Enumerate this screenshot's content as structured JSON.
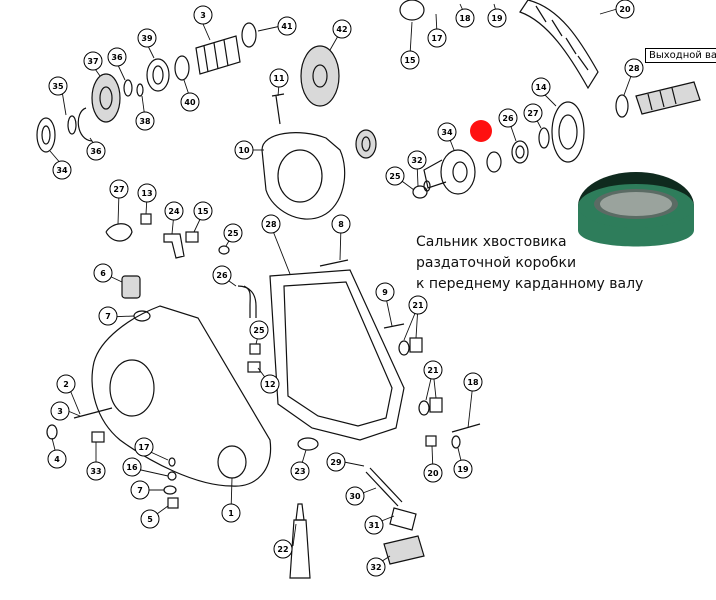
{
  "caption": {
    "line1": "Сальник хвостовика",
    "line2": "раздаточной коробки",
    "line3": "к переднему карданному валу"
  },
  "output_shaft_label": "Выходной вал",
  "highlight_color": "#ff1010",
  "seal_colors": {
    "outer": "#2e7d5b",
    "inner": "#0f2a1e"
  },
  "callouts": [
    {
      "id": "c3",
      "n": "3"
    },
    {
      "id": "c41",
      "n": "41"
    },
    {
      "id": "c42",
      "n": "42"
    },
    {
      "id": "c39",
      "n": "39"
    },
    {
      "id": "c37",
      "n": "37"
    },
    {
      "id": "c36a",
      "n": "36"
    },
    {
      "id": "c35",
      "n": "35"
    },
    {
      "id": "c34a",
      "n": "34"
    },
    {
      "id": "c36b",
      "n": "36"
    },
    {
      "id": "c38",
      "n": "38"
    },
    {
      "id": "c40",
      "n": "40"
    },
    {
      "id": "c11",
      "n": "11"
    },
    {
      "id": "c10",
      "n": "10"
    },
    {
      "id": "c15a",
      "n": "15"
    },
    {
      "id": "c17a",
      "n": "17"
    },
    {
      "id": "c18a",
      "n": "18"
    },
    {
      "id": "c19a",
      "n": "19"
    },
    {
      "id": "c20a",
      "n": "20"
    },
    {
      "id": "c28a",
      "n": "28"
    },
    {
      "id": "c14",
      "n": "14"
    },
    {
      "id": "c27a",
      "n": "27"
    },
    {
      "id": "c26a",
      "n": "26"
    },
    {
      "id": "c34b",
      "n": "34"
    },
    {
      "id": "c32",
      "n": "32"
    },
    {
      "id": "c25a",
      "n": "25"
    },
    {
      "id": "c27b",
      "n": "27"
    },
    {
      "id": "c13",
      "n": "13"
    },
    {
      "id": "c24",
      "n": "24"
    },
    {
      "id": "c15b",
      "n": "15"
    },
    {
      "id": "c25b",
      "n": "25"
    },
    {
      "id": "c26b",
      "n": "26"
    },
    {
      "id": "c28b",
      "n": "28"
    },
    {
      "id": "c8",
      "n": "8"
    },
    {
      "id": "c6",
      "n": "6"
    },
    {
      "id": "c7a",
      "n": "7"
    },
    {
      "id": "c9",
      "n": "9"
    },
    {
      "id": "c21a",
      "n": "21"
    },
    {
      "id": "c25c",
      "n": "25"
    },
    {
      "id": "c12",
      "n": "12"
    },
    {
      "id": "c2",
      "n": "2"
    },
    {
      "id": "c3b",
      "n": "3"
    },
    {
      "id": "c21b",
      "n": "21"
    },
    {
      "id": "c18b",
      "n": "18"
    },
    {
      "id": "c4",
      "n": "4"
    },
    {
      "id": "c33",
      "n": "33"
    },
    {
      "id": "c17b",
      "n": "17"
    },
    {
      "id": "c16",
      "n": "16"
    },
    {
      "id": "c7b",
      "n": "7"
    },
    {
      "id": "c5",
      "n": "5"
    },
    {
      "id": "c1",
      "n": "1"
    },
    {
      "id": "c23",
      "n": "23"
    },
    {
      "id": "c29",
      "n": "29"
    },
    {
      "id": "c20b",
      "n": "20"
    },
    {
      "id": "c19b",
      "n": "19"
    },
    {
      "id": "c30",
      "n": "30"
    },
    {
      "id": "c31",
      "n": "31"
    },
    {
      "id": "c22",
      "n": "22"
    },
    {
      "id": "c32b",
      "n": "32"
    }
  ]
}
